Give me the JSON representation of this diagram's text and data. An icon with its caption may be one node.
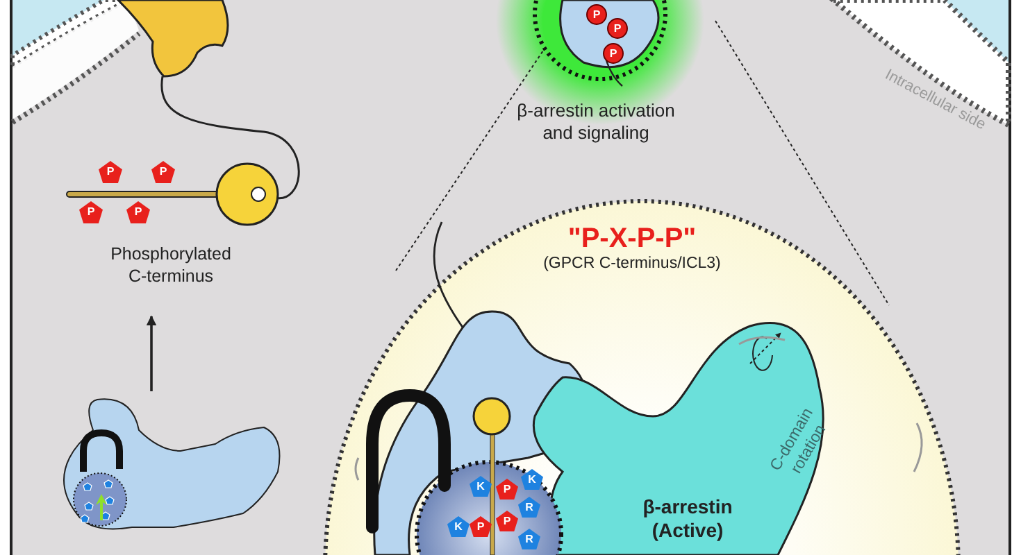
{
  "diagram": {
    "nodes": [
      {
        "text": [
          "Phosphorylated C-terminus"
        ]
      },
      {
        "text": [],
        "shape": "picture"
      }
    ],
    "edges": [
      {
        "from": 1,
        "to": 0,
        "arrow": "to"
      }
    ],
    "labels": [
      "P",
      "P",
      "P",
      "β-arrestin activation and signaling",
      "Intracellular side",
      "P",
      "P",
      "P",
      "P",
      "\"P-X-P-P\"",
      "(GPCR C-terminus/ICL3)",
      "C-domain rotation",
      "K",
      "P",
      "K",
      "R",
      "K",
      "P",
      "P",
      "R",
      "β-arrestin (Active)"
    ]
  }
}
